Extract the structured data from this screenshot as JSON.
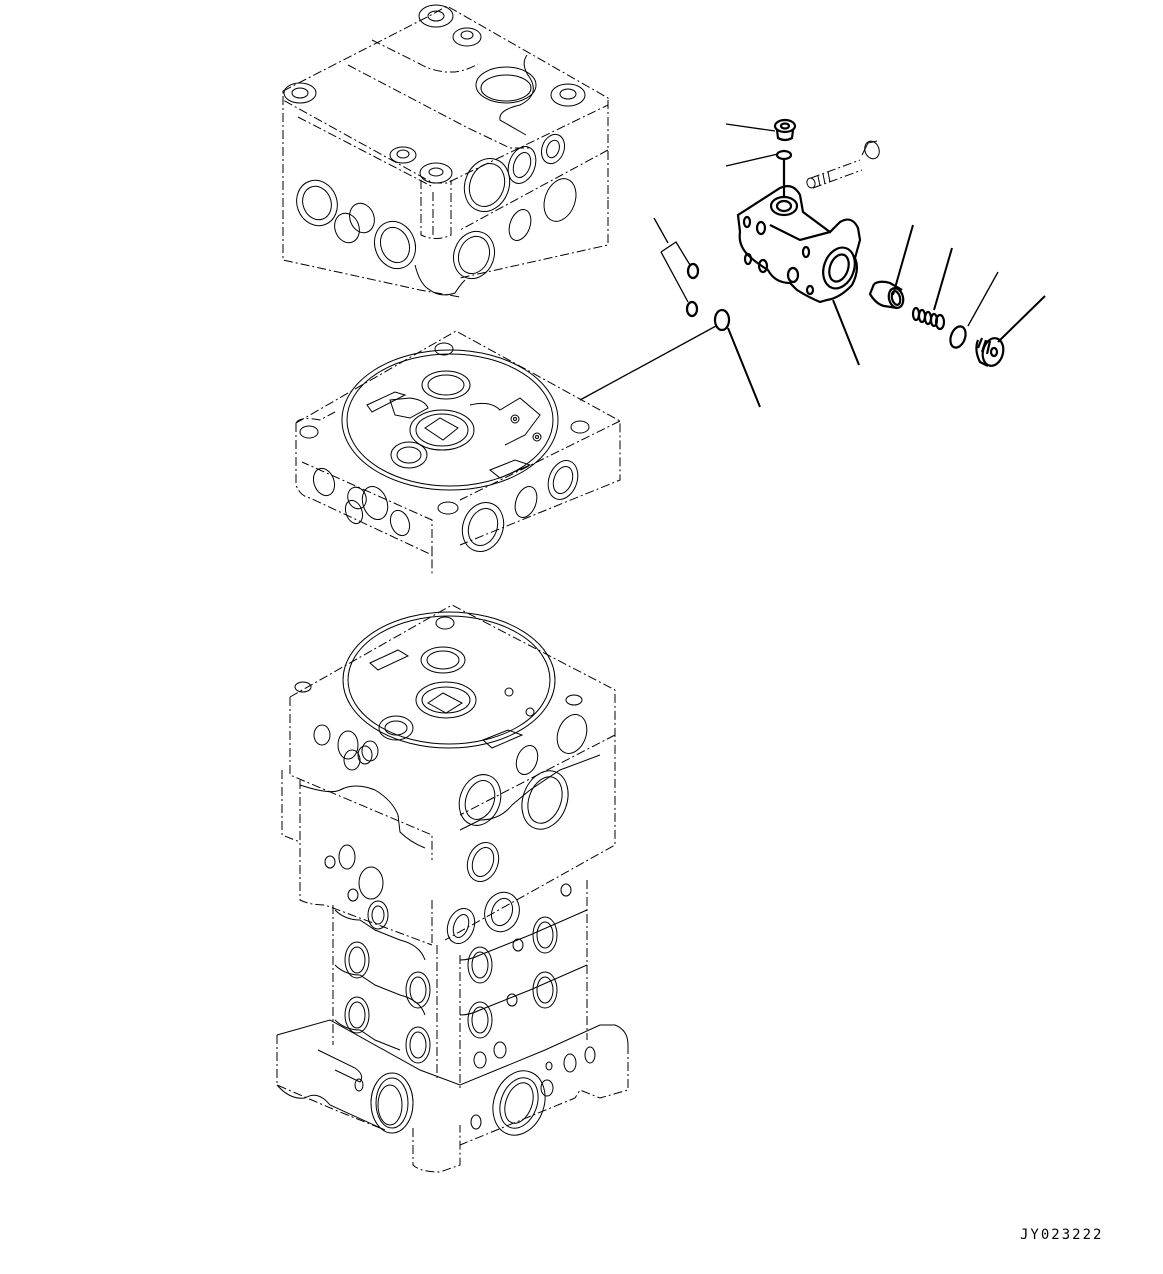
{
  "diagram": {
    "type": "exploded parts view",
    "subject": "hydraulic control valve stack with relief/check valve sub-assembly",
    "drawing_code": "JY023222",
    "assemblies": [
      {
        "id": "upper-valve-section",
        "description": "top valve block (cover)"
      },
      {
        "id": "middle-valve-section",
        "description": "valve block with circular gasket face"
      },
      {
        "id": "lower-valve-stack",
        "description": "stacked valve sections on base manifold"
      }
    ],
    "exploded_parts": [
      {
        "id": "plug",
        "description": "hex socket plug"
      },
      {
        "id": "plug-o-ring",
        "description": "small o-ring under plug"
      },
      {
        "id": "bolt",
        "description": "mounting bolt"
      },
      {
        "id": "valve-body",
        "description": "relief valve body"
      },
      {
        "id": "o-ring-pair",
        "description": "two o-rings (grouped leader)"
      },
      {
        "id": "o-ring-large",
        "description": "o-ring at mating face"
      },
      {
        "id": "poppet",
        "description": "valve poppet / sleeve"
      },
      {
        "id": "spring",
        "description": "coil spring"
      },
      {
        "id": "o-ring-cap",
        "description": "o-ring for cap plug"
      },
      {
        "id": "cap-plug",
        "description": "threaded end plug"
      }
    ],
    "leader_lines": 9
  }
}
